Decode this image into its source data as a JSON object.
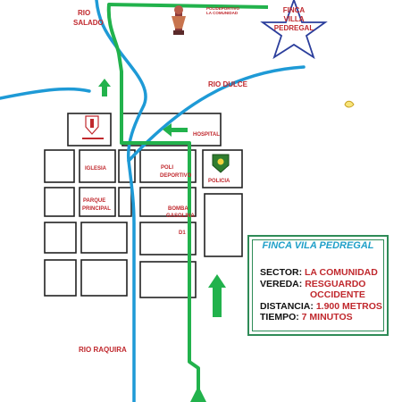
{
  "colors": {
    "river": "#1e9ad6",
    "route": "#22b24c",
    "label": "#c0282d",
    "star": "#2b3e9c",
    "info_title": "#1fa0c8"
  },
  "labels": {
    "rio_salado": [
      "RIO",
      "SALADO"
    ],
    "polideportivo": [
      "POLIDEPORTIVO",
      "LA COMUNIDAD"
    ],
    "finca": [
      "FINCA",
      "VILLA",
      "PEDREGAL"
    ],
    "rio_dulce": "RIO DULCE",
    "hospital": "HOSPITAL",
    "iglesia": "IGLESIA",
    "polideportivo_block": [
      "POLI",
      "DEPORTIVO"
    ],
    "policia": "POLICIA",
    "parque": [
      "PARQUE",
      "PRINCIPAL"
    ],
    "bomba": [
      "BOMBA",
      "GASOLINA"
    ],
    "d1": "D1",
    "rio_raquira": "RIO RAQUIRA"
  },
  "icons": [
    "church-statue-icon",
    "crest-icon",
    "police-shield-icon",
    "leaf-icon",
    "star-icon"
  ],
  "info": {
    "title": "FINCA VILA PEDREGAL",
    "sector_label": "SECTOR:",
    "sector_value": "LA COMUNIDAD",
    "vereda_label": "VEREDA:",
    "vereda_value": "RESGUARDO",
    "vereda_value2": "OCCIDENTE",
    "distancia_label": "DISTANCIA:",
    "distancia_value": "1.900 METROS",
    "tiempo_label": "TIEMPO:",
    "tiempo_value": "7 MINUTOS"
  }
}
